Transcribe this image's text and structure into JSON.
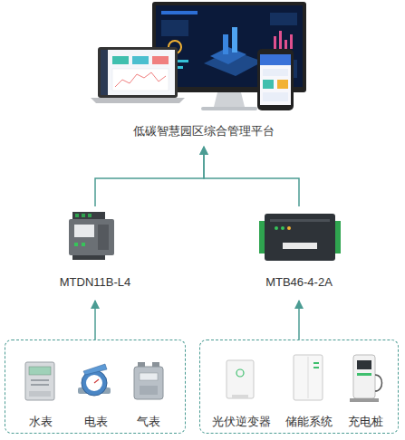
{
  "diagram": {
    "nodes": [
      {
        "text": [
          "低碳智慧园区综合管理平台"
        ]
      },
      {
        "text": [
          "MTDN11B-L4"
        ]
      },
      {
        "text": [
          "MTB46-4-2A"
        ]
      },
      {
        "text": []
      },
      {
        "text": [
          "水表"
        ],
        "in": 3
      },
      {
        "text": [
          "电表"
        ],
        "in": 3
      },
      {
        "text": [
          "气表"
        ],
        "in": 3
      },
      {
        "text": []
      },
      {
        "text": [
          "光伏逆变器"
        ],
        "in": 7
      },
      {
        "text": [
          "储能系统"
        ],
        "in": 7
      },
      {
        "text": [
          "充电桩"
        ],
        "in": 7
      }
    ],
    "edges": [
      {
        "from": 1,
        "to": 0,
        "arrow": "to"
      },
      {
        "from": 2,
        "to": 0,
        "arrow": "to"
      },
      {
        "from": 3,
        "to": 1,
        "arrow": "to"
      },
      {
        "from": 7,
        "to": 2,
        "arrow": "to"
      }
    ]
  }
}
